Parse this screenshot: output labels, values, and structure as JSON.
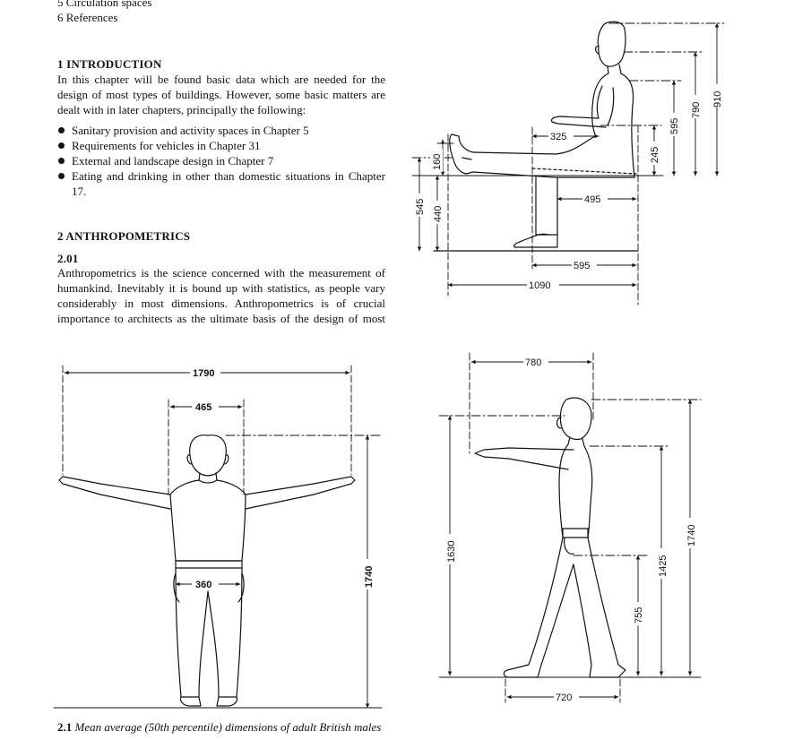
{
  "toc": {
    "items": [
      "5 Circulation spaces",
      "6 References"
    ]
  },
  "introduction": {
    "heading": "1 INTRODUCTION",
    "lines": [
      "In this chapter will be found basic data which are needed for the",
      "design of most types of buildings. However, some basic matters are",
      "dealt with in later chapters, principally the following:"
    ],
    "bullets": [
      "Sanitary provision and activity spaces in Chapter 5",
      "Requirements for vehicles in Chapter 31",
      "External and landscape design in Chapter 7",
      "Eating and drinking in other than domestic situations in Chapter 17."
    ]
  },
  "anthropometrics": {
    "heading": "2 ANTHROPOMETRICS",
    "subheading": "2.01",
    "lines": [
      "Anthropometrics is the science concerned with the measurement of",
      "humankind. Inevitably it is bound up with statistics, as people vary",
      "considerably in most dimensions. Anthropometrics is of crucial",
      "importance to architects as the ultimate basis of the design of most"
    ]
  },
  "figure": {
    "caption_number": "2.1",
    "caption_text": "Mean average (50th percentile) dimensions of adult British males",
    "seated": {
      "d910": "910",
      "d790": "790",
      "d595_h": "595",
      "d245": "245",
      "d325": "325",
      "d160": "160",
      "d545": "545",
      "d440": "440",
      "d495": "495",
      "d595_w": "595",
      "d1090": "1090"
    },
    "front": {
      "d1790": "1790",
      "d465": "465",
      "d360": "360",
      "d1740": "1740"
    },
    "side": {
      "d780": "780",
      "d1630": "1630",
      "d1740": "1740",
      "d1425": "1425",
      "d755": "755",
      "d720": "720"
    }
  }
}
